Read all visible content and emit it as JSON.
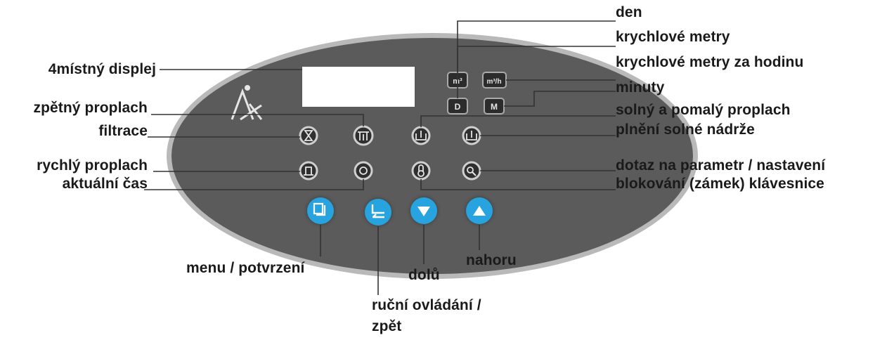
{
  "colors": {
    "panel": "#5b5b5b",
    "panel_border": "#b9b9b9",
    "display_bg": "#ffffff",
    "button_dark": "#2f2f2f",
    "button_blue": "#27a4e0",
    "leader_line": "#333333"
  },
  "labels": {
    "display": "4místný displej",
    "backwash": "zpětný proplach",
    "filtration": "filtrace",
    "fast_rinse": "rychlý proplach",
    "current_time": "aktuální čas",
    "menu_confirm": "menu / potvrzení",
    "manual_back_line1": "ruční ovládání /",
    "manual_back_line2": "zpět",
    "down": "dolů",
    "up": "nahoru",
    "day": "den",
    "cubic_meters": "krychlové metry",
    "cubic_meters_per_hour": "krychlové metry za hodinu",
    "minutes": "minuty",
    "brine_slow_rinse": "solný a pomalý proplach",
    "brine_refill": "plnění solné nádrže",
    "parameter_query": "dotaz na parametr / nastavení",
    "keypad_lock": "blokování (zámek) klávesnice"
  },
  "indicators": {
    "m3": "m³",
    "m3h": "m³/h",
    "day": "D",
    "minutes": "M"
  },
  "icons": {
    "logo": "company-logo",
    "filtration": "filtration-icon",
    "backwash": "backwash-icon",
    "brine_slow_rinse": "brine-slow-rinse-icon",
    "brine_refill": "brine-refill-icon",
    "fast_rinse": "fast-rinse-icon",
    "current_time": "clock-icon",
    "keypad_lock": "lock-icon",
    "parameter_query": "settings-query-icon",
    "menu": "menu-icon",
    "manual_back": "manual-back-icon",
    "down": "down-arrow-icon",
    "up": "up-arrow-icon"
  }
}
